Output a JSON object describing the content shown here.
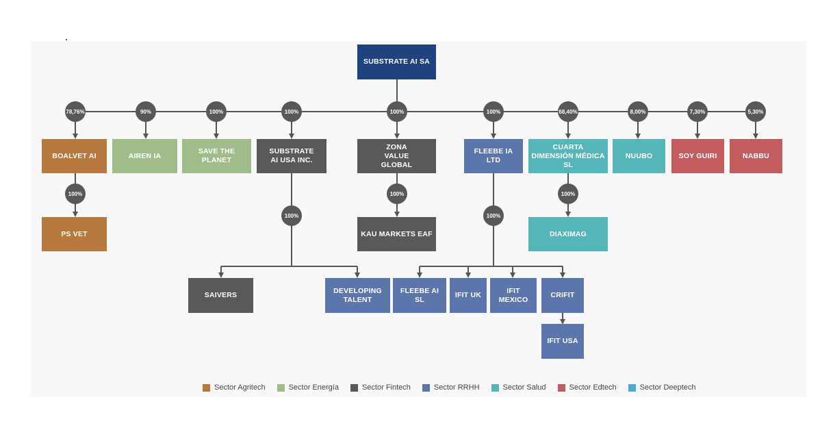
{
  "colors": {
    "agritech": "#b8793e",
    "energia": "#9fbc8a",
    "fintech": "#585a59",
    "rrhh": "#5c75ab",
    "salud": "#54b6b8",
    "edtech": "#c25c5f",
    "deeptech": "#4aaed3",
    "root": "#1f4281"
  },
  "nodes": {
    "root": "SUBSTRATE AI  SA",
    "boalvet": "BOALVET AI",
    "airen": "AIREN IA",
    "save_planet": "SAVE THE PLANET",
    "substrate_usa": "SUBSTRATE AI USA INC.",
    "zona_value": "ZONA VALUE GLOBAL",
    "fleebe_ltd": "FLEEBE IA LTD",
    "cuarta": "CUARTA DIMENSIÓN MÉDICA SL",
    "nuubo": "NUUBO",
    "soy_guiri": "SOY GUIRI",
    "nabbu": "NABBU",
    "ps_vet": "PS VET",
    "kau": "KAU MARKETS EAF",
    "diaximag": "DIAXIMAG",
    "saivers": "SAIVERS",
    "developing": "DEVELOPING TALENT",
    "fleebe_sl": "FLEEBE AI SL",
    "ifit_uk": "IFIT UK",
    "ifit_mexico": "IFIT MEXICO",
    "crifit": "CRIFIT",
    "ifit_usa": "IFIT USA"
  },
  "percentages": {
    "boalvet": "78,76%",
    "airen": "90%",
    "save_planet": "100%",
    "substrate_usa": "100%",
    "zona_value": "100%",
    "fleebe_ltd": "100%",
    "cuarta": "68,40%",
    "nuubo": "8,00%",
    "soy_guiri": "7,30%",
    "nabbu": "5,30%",
    "ps_vet": "100%",
    "kau": "100%",
    "diaximag": "100%",
    "substrate_usa_children": "100%",
    "fleebe_ltd_children": "100%"
  },
  "legend": [
    {
      "label": "Sector Agritech",
      "color": "#b8793e"
    },
    {
      "label": "Sector Energía",
      "color": "#9fbc8a"
    },
    {
      "label": "Sector Fintech",
      "color": "#585a59"
    },
    {
      "label": "Sector RRHH",
      "color": "#5c75ab"
    },
    {
      "label": "Sector Salud",
      "color": "#54b6b8"
    },
    {
      "label": "Sector Edtech",
      "color": "#c25c5f"
    },
    {
      "label": "Sector Deeptech",
      "color": "#4aaed3"
    }
  ]
}
